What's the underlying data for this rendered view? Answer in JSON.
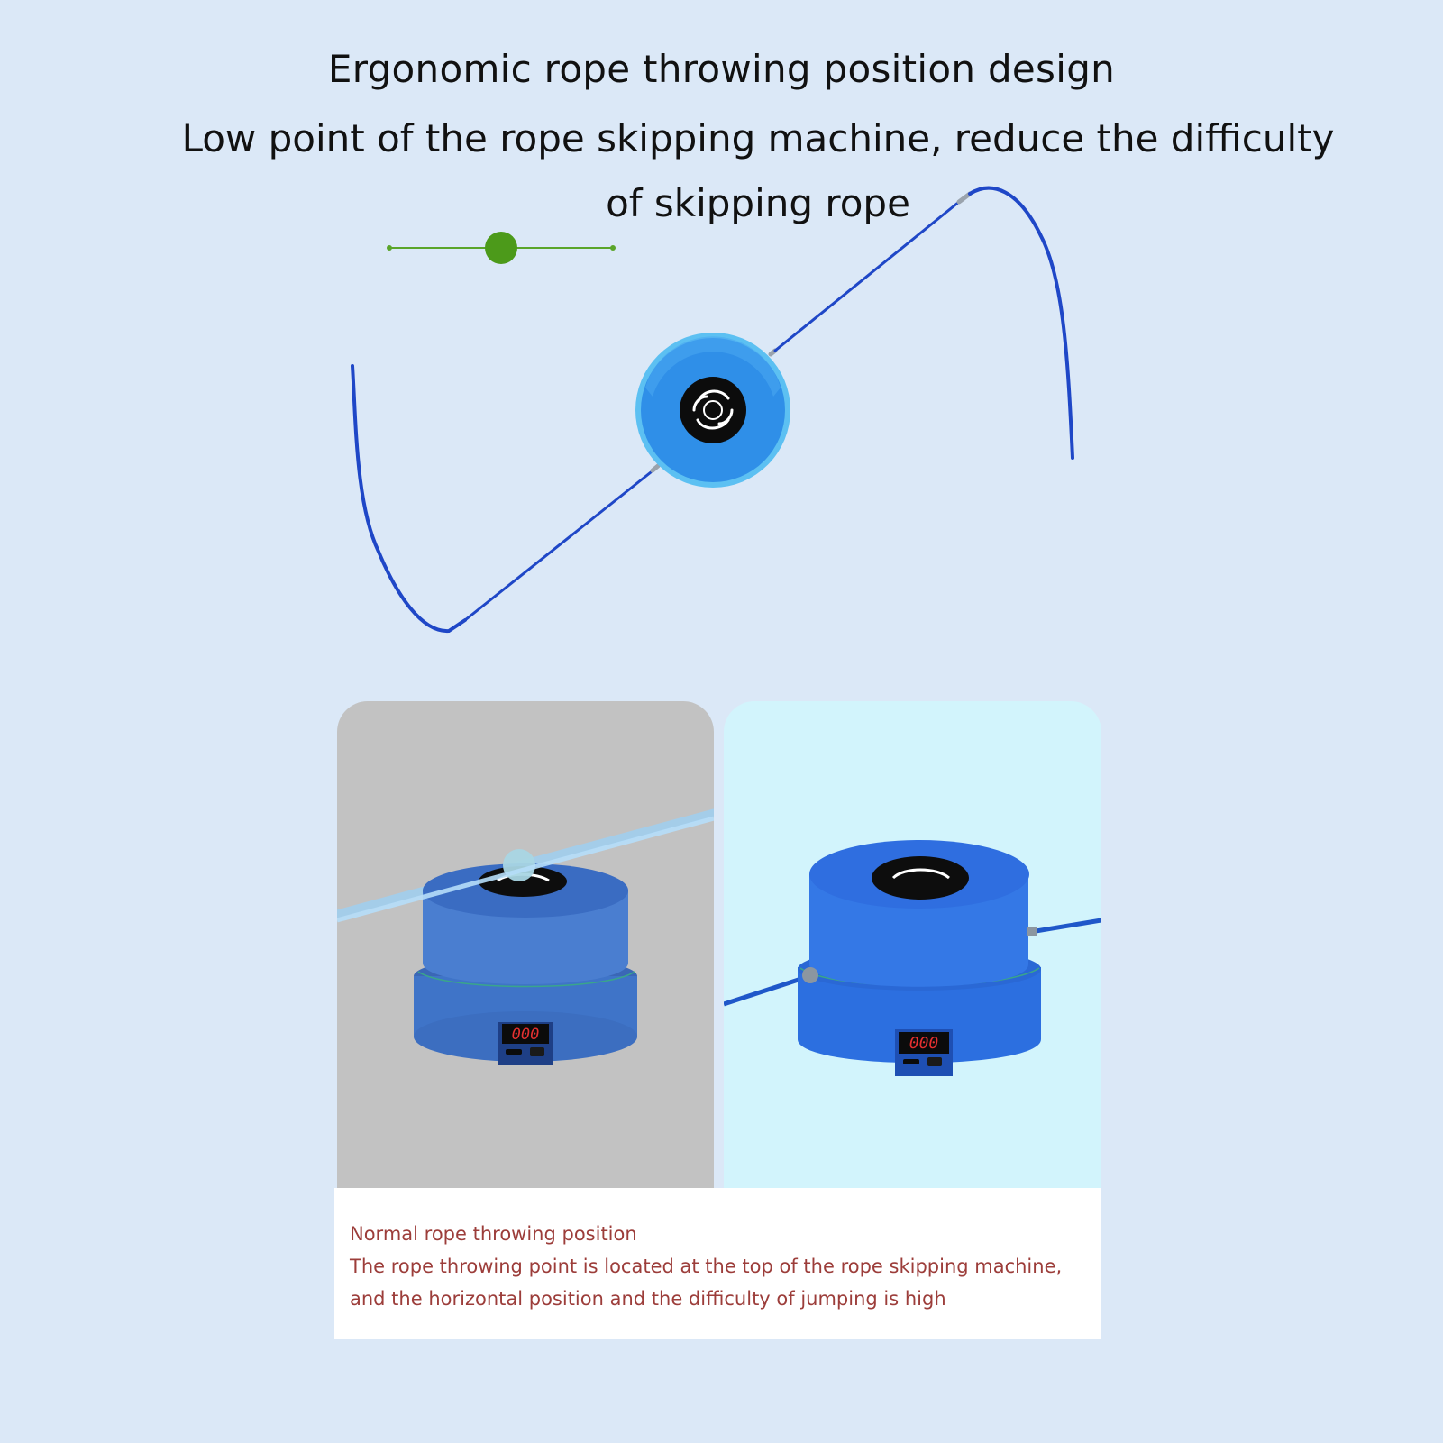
{
  "header": {
    "title": "Ergonomic rope throwing position design",
    "subtitle": "Low point of the rope skipping machine, reduce the difficulty of skipping rope"
  },
  "hero": {
    "rope_color": "#1f47c7",
    "disc_color": "#2f8fe8",
    "slider_color": "#4c9a1a"
  },
  "comparison": {
    "left_panel": {
      "display_digits": "000",
      "background": "#c2c2c2"
    },
    "right_panel": {
      "display_digits": "000",
      "background": "#d2f4fc"
    }
  },
  "caption": {
    "heading": "Normal rope throwing position",
    "body": "The rope throwing point is located at the top of the rope skipping machine, and the horizontal position and the difficulty of jumping is high"
  },
  "colors": {
    "background": "#dbe8f7",
    "caption_text": "#9c3d3a",
    "device_blue": "#2c6fe0"
  }
}
